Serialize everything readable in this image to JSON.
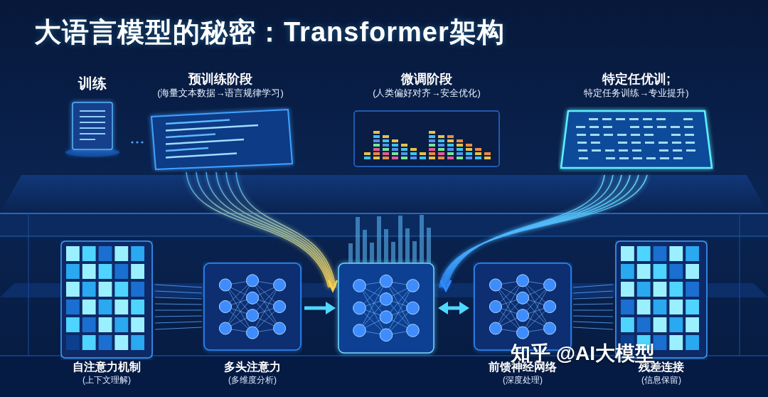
{
  "diagram": {
    "title": "大语言模型的秘密：Transformer架构",
    "nodes": [
      {
        "text": [
          "训练"
        ]
      },
      {
        "text": [
          "预训练阶段",
          "(海量文本数据→语言规律学习)"
        ]
      },
      {
        "text": [
          "微调阶段",
          "(人类偏好对齐→安全优化)"
        ]
      },
      {
        "text": [
          "特定任优训;",
          "特定任务训练→专业提升)"
        ]
      },
      {
        "text": [
          "自注意力机制",
          "(上下文理解)"
        ]
      },
      {
        "text": [
          "多头注意力",
          "(多维度分析)"
        ]
      },
      {
        "text": [
          "前馈神经网络",
          "(深度处理)"
        ]
      },
      {
        "text": [
          "残差连接",
          "(信息保留)"
        ]
      }
    ],
    "edges": [
      {
        "from": 1,
        "to": 2,
        "arrow": "to"
      },
      {
        "from": 2,
        "to": 3,
        "arrow": "to"
      }
    ],
    "labels": [
      "知乎 @AI大模型"
    ]
  }
}
